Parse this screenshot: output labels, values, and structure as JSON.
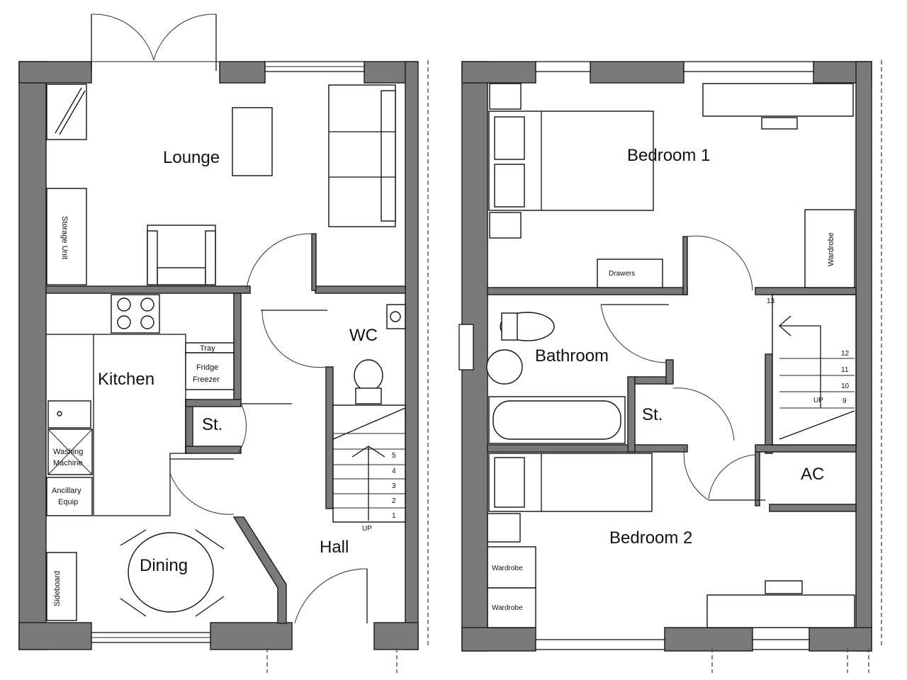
{
  "ground_floor": {
    "rooms": {
      "lounge": "Lounge",
      "kitchen": "Kitchen",
      "wc": "WC",
      "store": "St.",
      "dining": "Dining",
      "hall": "Hall"
    },
    "fixtures": {
      "storage_unit": "Storage Unit",
      "tray": "Tray",
      "fridge_line1": "Fridge",
      "fridge_line2": "Freezer",
      "washing_line1": "Washing",
      "washing_line2": "Machine",
      "ancillary_line1": "Ancillary",
      "ancillary_line2": "Equip",
      "sideboard": "Sideboard"
    },
    "stairs": {
      "steps": [
        "5",
        "4",
        "3",
        "2",
        "1"
      ],
      "up": "UP"
    }
  },
  "first_floor": {
    "rooms": {
      "bedroom1": "Bedroom 1",
      "bathroom": "Bathroom",
      "store": "St.",
      "ac": "AC",
      "bedroom2": "Bedroom 2"
    },
    "fixtures": {
      "drawers": "Drawers",
      "wardrobe_b1": "Wardrobe",
      "wardrobe_b2_top": "Wardrobe",
      "wardrobe_b2_bottom": "Wardrobe"
    },
    "stairs": {
      "steps": [
        "13",
        "12",
        "11",
        "10",
        "9"
      ],
      "up": "UP"
    }
  },
  "colors": {
    "wall": "#7a7a7a",
    "line": "#111111",
    "background": "#ffffff"
  }
}
